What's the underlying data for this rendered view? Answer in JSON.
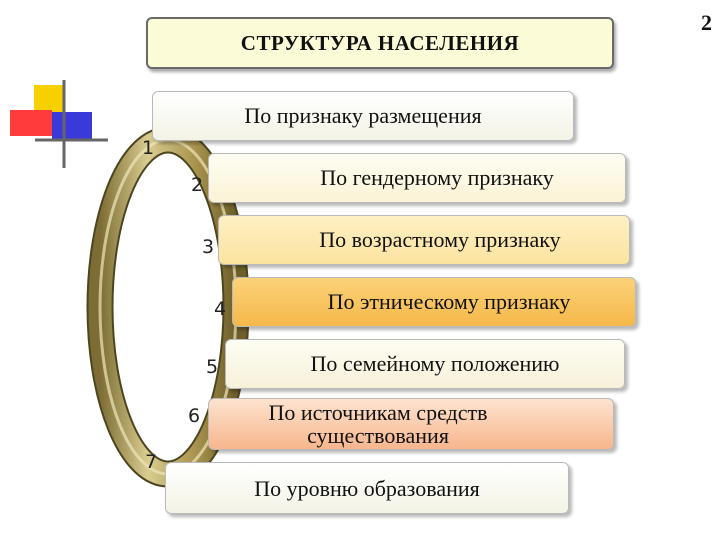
{
  "page_number": "2",
  "title": "СТРУКТУРА НАСЕЛЕНИЯ",
  "items": [
    {
      "num": "1",
      "label": "По признаку размещения"
    },
    {
      "num": "2",
      "label": "По гендерному признаку"
    },
    {
      "num": "3",
      "label": "По возрастному признаку"
    },
    {
      "num": "4",
      "label": "По этническому признаку"
    },
    {
      "num": "5",
      "label": "По семейному положению"
    },
    {
      "num": "6",
      "label": "По источникам средств существования"
    },
    {
      "num": "7",
      "label": "По уровню образования"
    }
  ],
  "colors": {
    "title_bg": "#fbfbd8",
    "ring_outer": "#8a7a3c",
    "ring_inner": "#d8c98c",
    "item_light": "#fdfdf0",
    "item_mid": "#fde9b0",
    "item_orange": "#f9c65a",
    "item_peach": "#f9c9a6"
  }
}
